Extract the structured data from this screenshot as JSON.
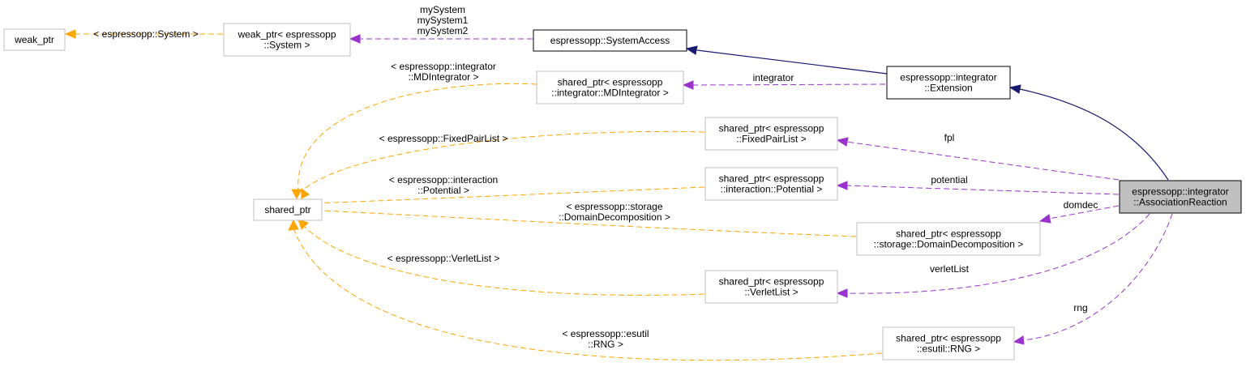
{
  "nodes": {
    "weak_ptr": {
      "lines": [
        "weak_ptr"
      ]
    },
    "weak_ptr_system": {
      "lines": [
        "weak_ptr< espressopp",
        "::System >"
      ]
    },
    "system_access": {
      "lines": [
        "espressopp::SystemAccess"
      ]
    },
    "extension": {
      "lines": [
        "espressopp::integrator",
        "::Extension"
      ]
    },
    "shared_ptr_mdintegrator": {
      "lines": [
        "shared_ptr< espressopp",
        "::integrator::MDIntegrator >"
      ]
    },
    "shared_ptr_fixedpairlist": {
      "lines": [
        "shared_ptr< espressopp",
        "::FixedPairList >"
      ]
    },
    "shared_ptr_potential": {
      "lines": [
        "shared_ptr< espressopp",
        "::interaction::Potential >"
      ]
    },
    "shared_ptr": {
      "lines": [
        "shared_ptr"
      ]
    },
    "association_reaction": {
      "lines": [
        "espressopp::integrator",
        "::AssociationReaction"
      ]
    },
    "shared_ptr_domdec": {
      "lines": [
        "shared_ptr< espressopp",
        "::storage::DomainDecomposition >"
      ]
    },
    "shared_ptr_verletlist": {
      "lines": [
        "shared_ptr< espressopp",
        "::VerletList >"
      ]
    },
    "shared_ptr_rng": {
      "lines": [
        "shared_ptr< espressopp",
        "::esutil::RNG >"
      ]
    }
  },
  "labels": {
    "system_template": [
      "< espressopp::System >"
    ],
    "my_system": [
      "mySystem",
      "mySystem1",
      "mySystem2"
    ],
    "mdintegrator_template": [
      "< espressopp::integrator",
      "::MDIntegrator >"
    ],
    "integrator": [
      "integrator"
    ],
    "fixedpairlist_template": [
      "< espressopp::FixedPairList >"
    ],
    "fpl": [
      "fpl"
    ],
    "potential_template": [
      "< espressopp::interaction",
      "::Potential >"
    ],
    "potential": [
      "potential"
    ],
    "domdec_template": [
      "< espressopp::storage",
      "::DomainDecomposition >"
    ],
    "domdec": [
      "domdec"
    ],
    "verletlist_template": [
      "< espressopp::VerletList >"
    ],
    "verletList": [
      "verletList"
    ],
    "rng_template": [
      "< espressopp::esutil",
      "::RNG >"
    ],
    "rng": [
      "rng"
    ]
  },
  "colors": {
    "template_edge": "#ffa500",
    "usage_edge": "#9a32cd",
    "inheritance_edge": "#191970",
    "focus_fill": "#bfbfbf"
  }
}
